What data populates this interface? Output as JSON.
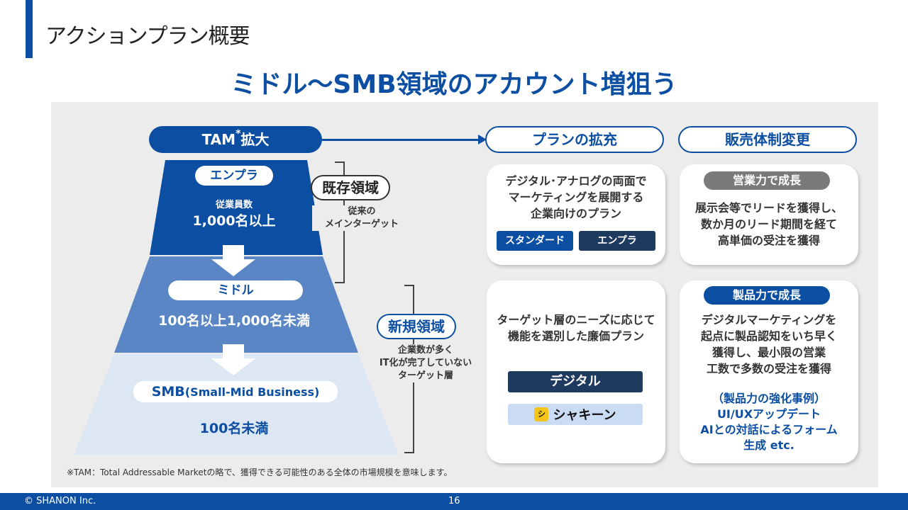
{
  "header": {
    "slide_title": "アクションプラン概要",
    "main_heading": "ミドル〜SMB領域のアカウント増狙う"
  },
  "tam": {
    "label": "TAM",
    "asterisk": "*",
    "suffix": "拡大"
  },
  "pyramid": {
    "enterprise": {
      "pill": "エンプラ",
      "label": "従業員数",
      "range": "1,000名以上"
    },
    "middle": {
      "pill": "ミドル",
      "range": "100名以上1,000名未満"
    },
    "smb": {
      "pill_main": "SMB",
      "pill_sub": "(Small-Mid Business)",
      "range": "100名未満"
    }
  },
  "zones": {
    "existing": {
      "title": "既存領域",
      "desc_line1": "従来の",
      "desc_line2": "メインターゲット"
    },
    "new": {
      "title": "新規領域",
      "desc_line1": "企業数が多く",
      "desc_line2": "IT化が完了していない",
      "desc_line3": "ターゲット層"
    }
  },
  "plan": {
    "heading": "プランの拡充",
    "card1": {
      "line1": "デジタル･アナログの両面で",
      "line2": "マーケティングを展開する",
      "line3": "企業向けのプラン",
      "tag1": "スタンダード",
      "tag2": "エンプラ"
    },
    "card2": {
      "line1": "ターゲット層のニーズに応じて",
      "line2": "機能を選別した廉価プラン",
      "tag": "デジタル",
      "product_logo": "シ",
      "product_name": "シャキーン"
    }
  },
  "sales": {
    "heading": "販売体制変更",
    "card1": {
      "tag": "営業力で成長",
      "line1": "展示会等でリードを獲得し、",
      "line2": "数か月のリード期間を経て",
      "line3": "高単価の受注を獲得"
    },
    "card2": {
      "tag": "製品力で成長",
      "line1": "デジタルマーケティングを",
      "line2": "起点に製品認知をいち早く",
      "line3": "獲得し、最小限の営業",
      "line4": "工数で多数の受注を獲得",
      "example1": "（製品力の強化事例）",
      "example2": "UI/UXアップデート",
      "example3": "AIとの対話によるフォーム",
      "example4": "生成 etc."
    }
  },
  "footnote": "※TAM：Total Addressable Marketの略で、獲得できる可能性のある全体の市場規模を意味します。",
  "footer": {
    "copyright": "© SHANON Inc.",
    "page": "16"
  },
  "colors": {
    "primary": "#0b4ea2",
    "tier_top": "#0b4ea2",
    "tier_mid": "#5a86c5",
    "tier_bottom": "#dde7f4",
    "panel": "#ececec",
    "gray_tag": "#7a7a7a",
    "dark_tag": "#1f3a5f"
  }
}
